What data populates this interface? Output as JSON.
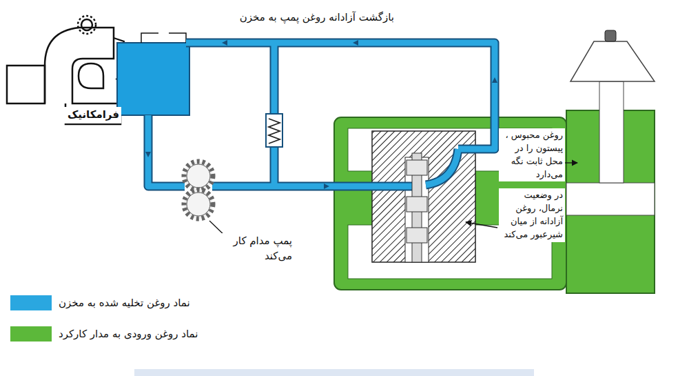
{
  "diagram": {
    "labels": [
      "بازگشت آزادانه روغن پمپ به مخزن",
      "روغن محبوس ، پیستون را در محل ثابت نگه می‌دارد",
      "در وضعیت نرمال، روغن آزادانه از میان شیرعبور می‌کند",
      "پمپ مدام کار می‌کند",
      "فرامکانیک"
    ],
    "legend": [
      {
        "text": "نماد روغن تخلیه شده به مخزن",
        "color": "#2aa7e0"
      },
      {
        "text": "نماد روغن ورودی به مدار کارکرد",
        "color": "#5cb83a"
      }
    ]
  }
}
